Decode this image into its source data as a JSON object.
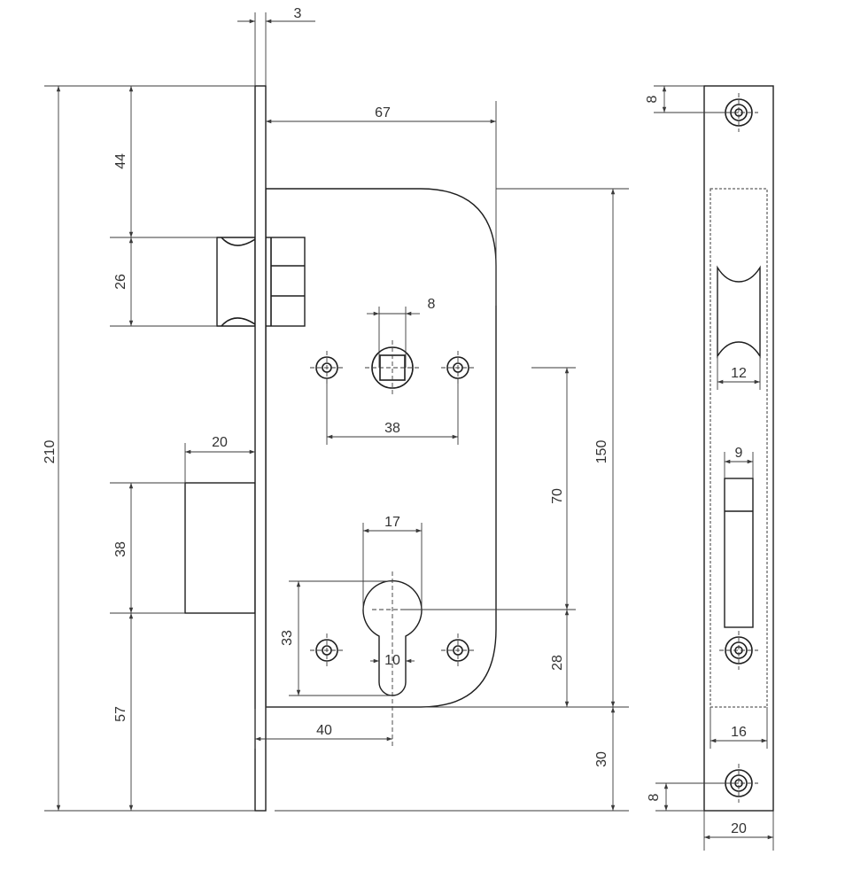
{
  "drawing": {
    "front_view": {
      "faceplate_thickness": "3",
      "backset": "67",
      "total_height": "210",
      "top_to_latch": "44",
      "latch_height": "26",
      "bolt_projection": "20",
      "bolt_height": "38",
      "bolt_to_bottom": "57",
      "handle_spindle": "8",
      "handle_hole_spacing": "38",
      "case_height": "150",
      "handle_to_cylinder": "70",
      "cylinder_width": "17",
      "cylinder_height": "33",
      "cylinder_slot": "10",
      "cylinder_to_case_bottom": "28",
      "cylinder_backset": "40",
      "case_to_plate_bottom": "30"
    },
    "side_view": {
      "screw_hole_top_offset": "8",
      "latch_width": "12",
      "bolt_width": "9",
      "case_width": "16",
      "screw_hole_bottom_offset": "8",
      "faceplate_width": "20"
    }
  }
}
